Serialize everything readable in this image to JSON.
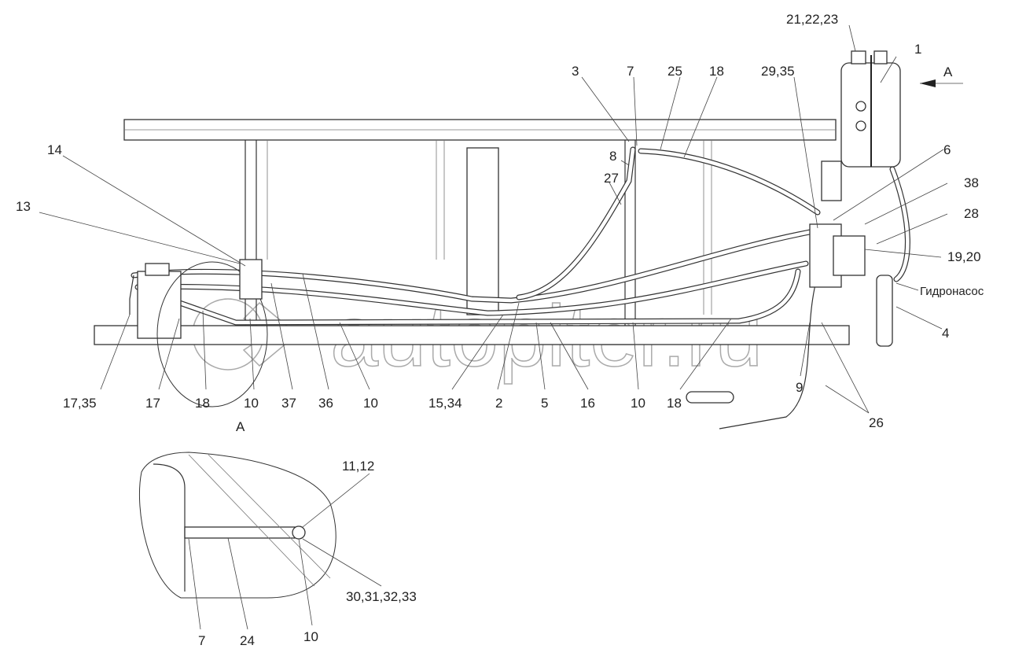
{
  "diagram": {
    "callouts": {
      "c21_22_23": "21,22,23",
      "c1": "1",
      "view_arrow": "A",
      "c3": "3",
      "c7_top": "7",
      "c25": "25",
      "c18_top": "18",
      "c29_35": "29,35",
      "c6": "6",
      "c38": "38",
      "c28": "28",
      "c19_20": "19,20",
      "pump": "Гидронасос",
      "c4": "4",
      "c14": "14",
      "c13": "13",
      "c8": "8",
      "c27": "27",
      "c17_35": "17,35",
      "c17": "17",
      "c18_a": "18",
      "c10_a": "10",
      "c37": "37",
      "c36": "36",
      "c10_b": "10",
      "c15_34": "15,34",
      "c2": "2",
      "c5": "5",
      "c16": "16",
      "c10_c": "10",
      "c18_b": "18",
      "c9": "9",
      "c26": "26",
      "view_label": "A",
      "d11_12": "11,12",
      "d30_33": "30,31,32,33",
      "d7": "7",
      "d24": "24",
      "d10": "10"
    },
    "watermark": "autopiter.ru"
  }
}
